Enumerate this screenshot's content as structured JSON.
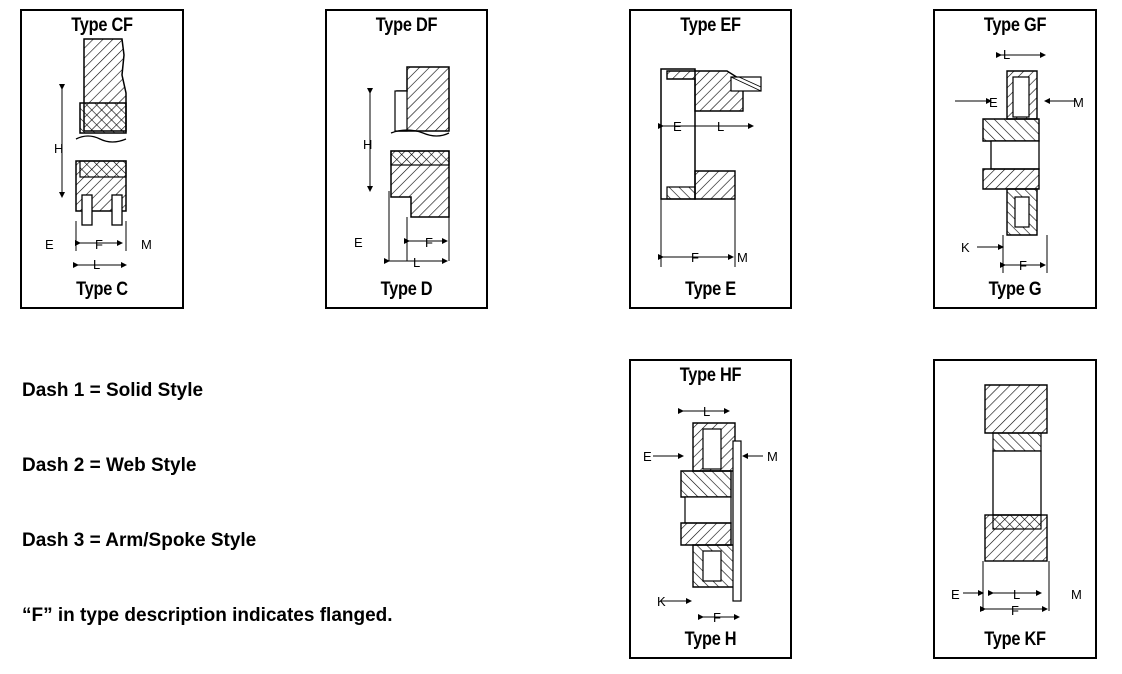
{
  "panels": [
    {
      "top_label": "Type CF",
      "bottom_label": "Type C"
    },
    {
      "top_label": "Type DF",
      "bottom_label": "Type D"
    },
    {
      "top_label": "Type EF",
      "bottom_label": "Type E"
    },
    {
      "top_label": "Type GF",
      "bottom_label": "Type G"
    },
    {
      "top_label": "Type HF",
      "bottom_label": "Type H"
    },
    {
      "top_label": "",
      "bottom_label": "Type KF"
    }
  ],
  "dims": {
    "E": "E",
    "F": "F",
    "L": "L",
    "M": "M",
    "H": "H",
    "K": "K"
  },
  "notes": {
    "dash1": "Dash 1 = Solid Style",
    "dash2": "Dash 2 = Web Style",
    "dash3": "Dash 3 = Arm/Spoke Style",
    "flanged": "“F” in type description indicates flanged."
  },
  "colors": {
    "ink": "#000000",
    "paper": "#ffffff"
  }
}
